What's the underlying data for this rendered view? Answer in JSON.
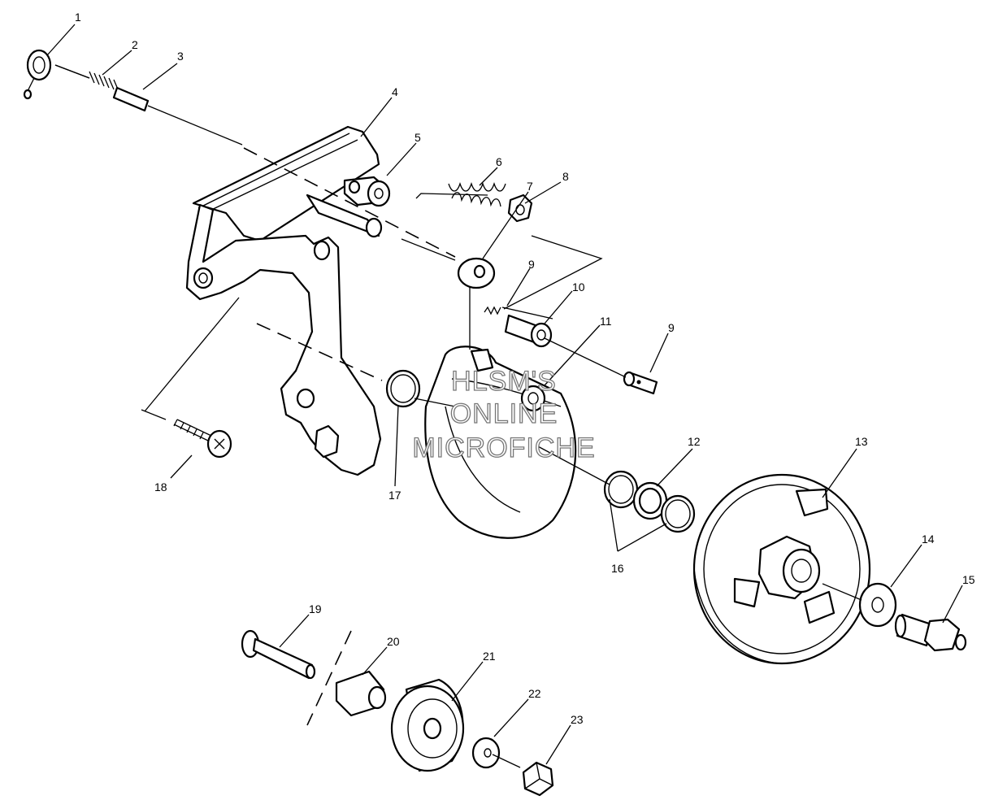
{
  "callouts": [
    "1",
    "2",
    "3",
    "4",
    "5",
    "6",
    "7",
    "8",
    "9",
    "10",
    "11",
    "9",
    "12",
    "13",
    "14",
    "15",
    "16",
    "17",
    "18",
    "19",
    "20",
    "21",
    "22",
    "23"
  ],
  "watermark": [
    "HLSM'S",
    "ONLINE",
    "MICROFICHE"
  ]
}
